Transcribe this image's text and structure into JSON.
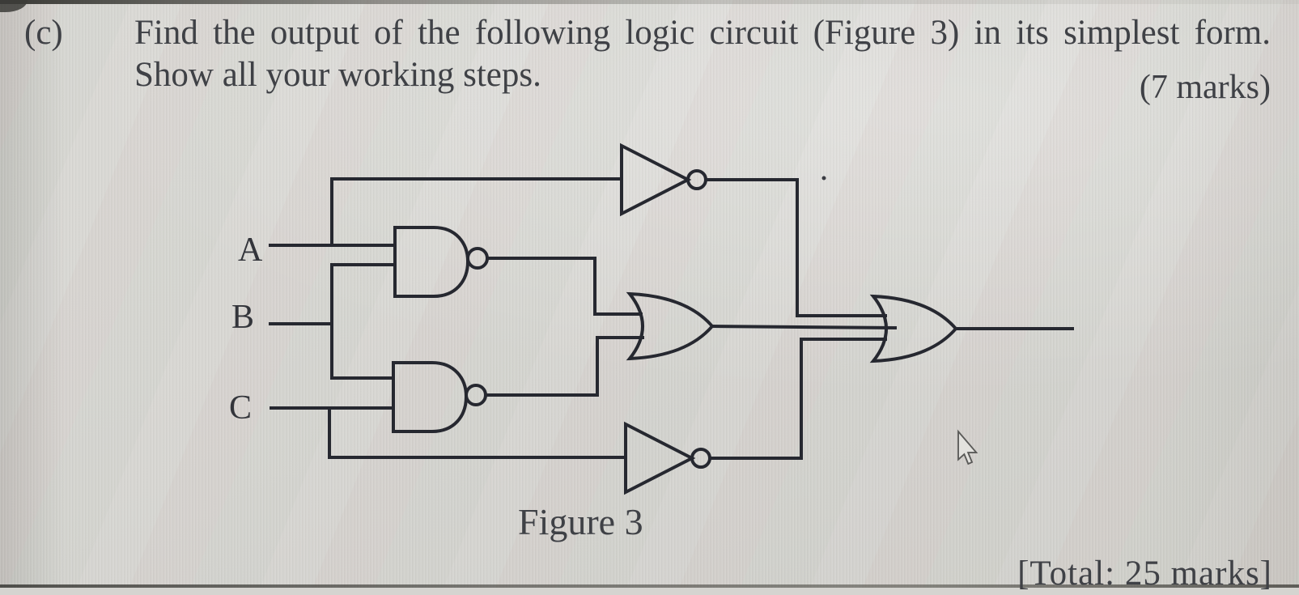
{
  "question": {
    "part_label": "(c)",
    "line1": "Find the output of the following logic circuit (Figure 3) in its simplest form.",
    "line2": "Show all your working steps.",
    "marks": "(7 marks)"
  },
  "figure": {
    "caption": "Figure 3",
    "input_labels": [
      "A",
      "B",
      "C"
    ],
    "circuit": {
      "inputs": [
        "A",
        "B",
        "C"
      ],
      "gates": [
        {
          "id": "NOT1",
          "type": "NOT",
          "inputs": [
            "A"
          ]
        },
        {
          "id": "NAND1",
          "type": "NAND",
          "inputs": [
            "A",
            "B"
          ]
        },
        {
          "id": "NAND2",
          "type": "NAND",
          "inputs": [
            "B",
            "C"
          ]
        },
        {
          "id": "NOT2",
          "type": "NOT",
          "inputs": [
            "C"
          ]
        },
        {
          "id": "OR1",
          "type": "OR",
          "inputs": [
            "NAND1",
            "NAND2"
          ]
        },
        {
          "id": "OR2",
          "type": "OR",
          "inputs": [
            "NOT1",
            "OR1",
            "NOT2"
          ]
        }
      ],
      "output_of": "OR2"
    }
  },
  "footer": {
    "total_label": "[Total: 25 marks]"
  },
  "colors": {
    "paper": "#d5d4d0",
    "line": "#262830",
    "text": "#3f4146"
  }
}
